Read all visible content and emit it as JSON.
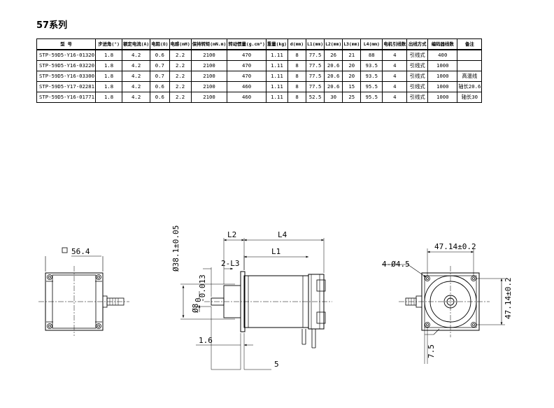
{
  "series_title": "57系列",
  "table": {
    "headers": [
      "型 号",
      "步进角(°)",
      "额定电流(A)",
      "电阻(Ω)",
      "电感(mH)",
      "保持转矩(mN.m)",
      "转动惯量(g.cm²)",
      "重量(kg)",
      "d(mm)",
      "L1(mm)",
      "L2(mm)",
      "L3(mm)",
      "L4(mm)",
      "电机引线数",
      "出线方式",
      "编码器线数",
      "备注"
    ],
    "rows": [
      [
        "STP-59D5-Y16-01320",
        "1.8",
        "4.2",
        "0.6",
        "2.2",
        "2100",
        "470",
        "1.11",
        "8",
        "77.5",
        "26",
        "21",
        "88",
        "4",
        "引线式",
        "400",
        ""
      ],
      [
        "STP-59D5-Y16-03220",
        "1.8",
        "4.2",
        "0.7",
        "2.2",
        "2100",
        "470",
        "1.11",
        "8",
        "77.5",
        "20.6",
        "20",
        "93.5",
        "4",
        "引线式",
        "1000",
        ""
      ],
      [
        "STP-59D5-Y16-03300",
        "1.8",
        "4.2",
        "0.7",
        "2.2",
        "2100",
        "470",
        "1.11",
        "8",
        "77.5",
        "20.6",
        "20",
        "93.5",
        "4",
        "引线式",
        "1000",
        "高温线"
      ],
      [
        "STP-59D5-Y17-02281",
        "1.8",
        "4.2",
        "0.6",
        "2.2",
        "2100",
        "460",
        "1.11",
        "8",
        "77.5",
        "20.6",
        "15",
        "95.5",
        "4",
        "引线式",
        "1000",
        "轴长20.6"
      ],
      [
        "STP-59D5-Y16-01771",
        "1.8",
        "4.2",
        "0.6",
        "2.2",
        "2100",
        "460",
        "1.11",
        "8",
        "52.5",
        "30",
        "25",
        "95.5",
        "4",
        "引线式",
        "1000",
        "轴长30"
      ]
    ]
  },
  "drawings": {
    "back_view": {
      "square_dim": "56.4"
    },
    "side_view": {
      "dim_l2": "L2",
      "dim_l4": "L4",
      "dim_l1": "L1",
      "dim_l3": "2-L3",
      "dim_flange_dia": "Ø38.1±0.05",
      "dim_shaft_dia": "Ø8",
      "dim_shaft_tol": "-0.013",
      "dim_shaft_tol_upper": "0",
      "dim_flange_thk": "1.6",
      "dim_five": "5"
    },
    "front_view": {
      "dim_hole_spacing_h": "47.14±0.2",
      "dim_hole_spacing_v": "47.14±0.2",
      "dim_holes": "4-Ø4.5",
      "dim_seven": "7.5"
    }
  }
}
